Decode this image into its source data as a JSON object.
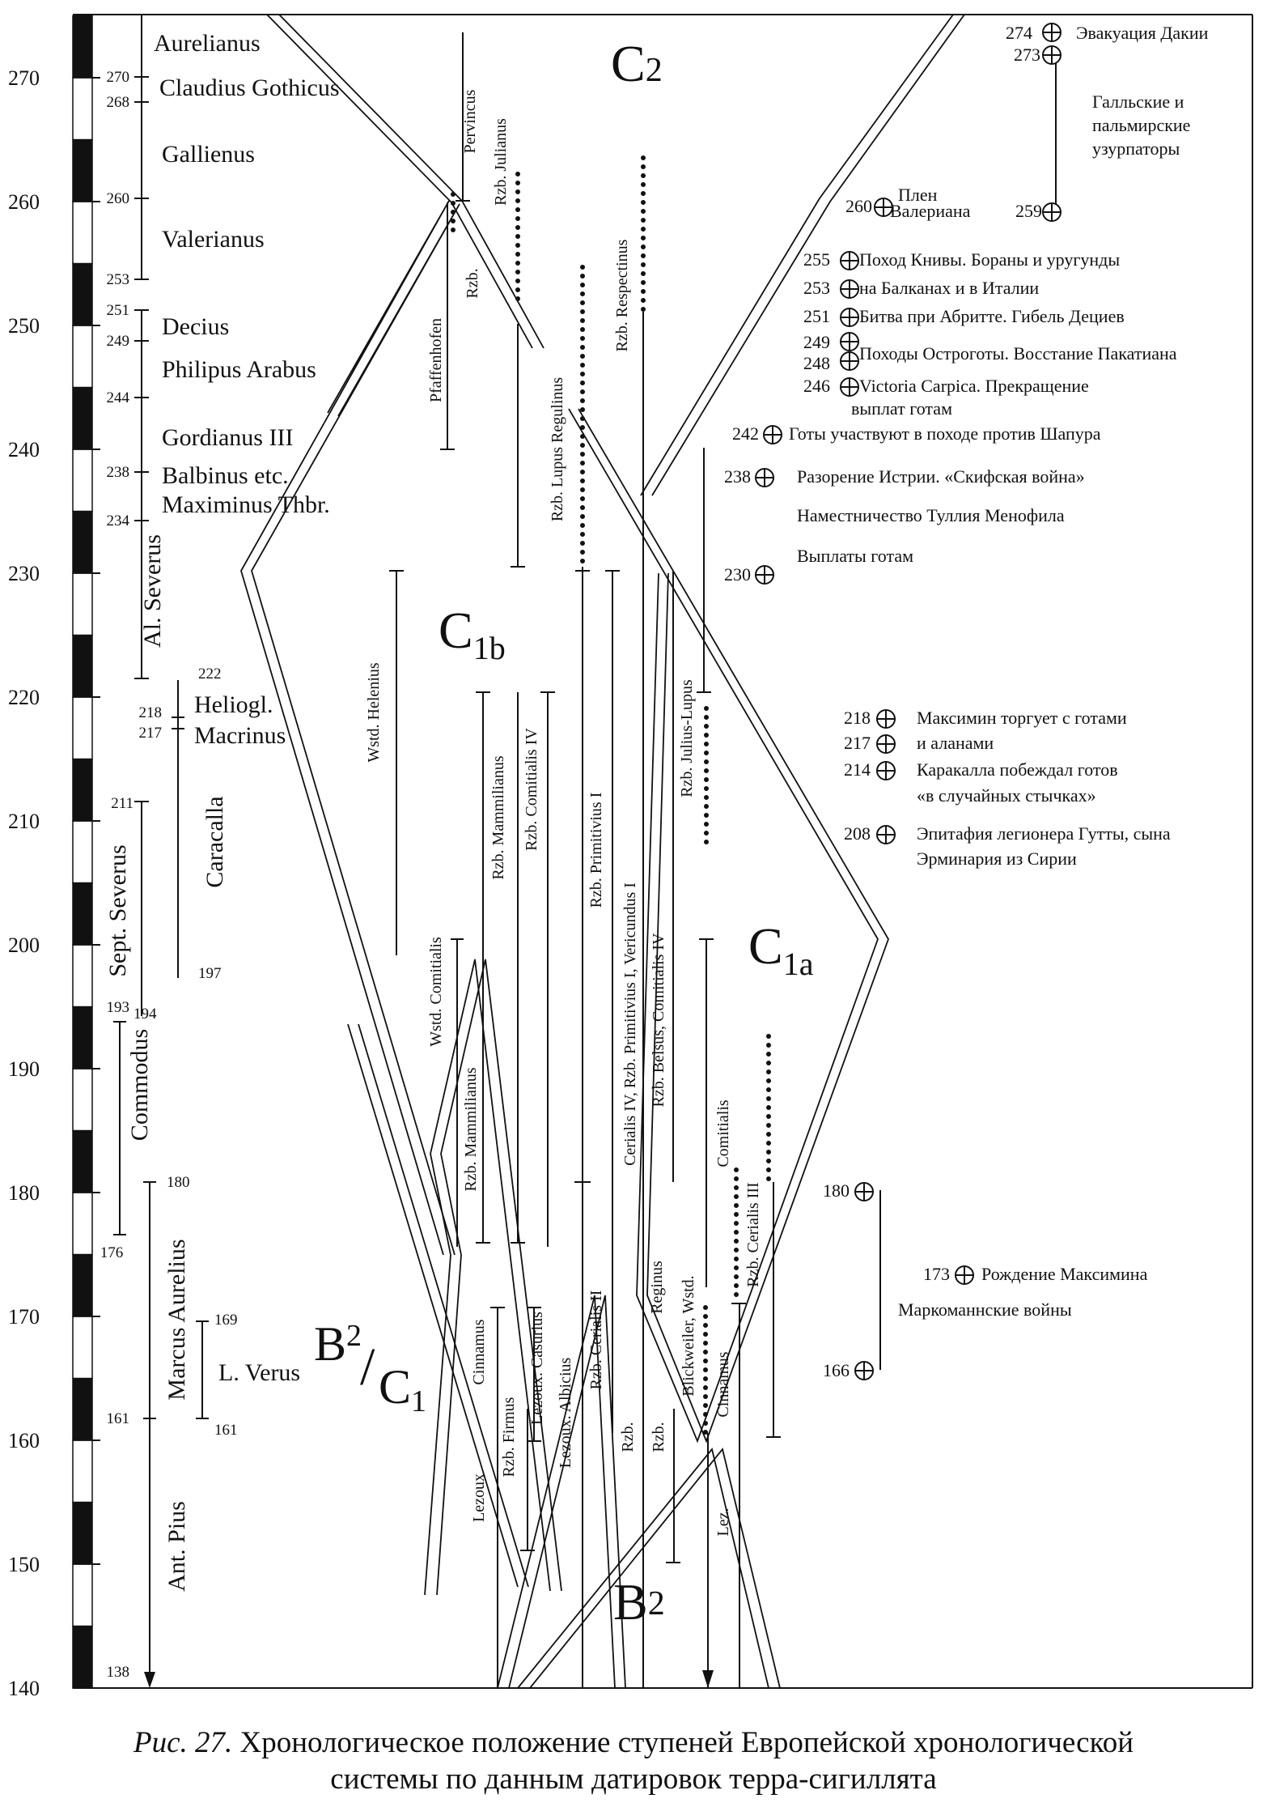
{
  "caption": {
    "label": "Рис. 27.",
    "text": "Хронологическое положение ступеней Европейской хронологической",
    "line2": "системы по данным датировок терра-сигиллята"
  },
  "axis": {
    "min": 140,
    "max": 275,
    "ticks": [
      "140",
      "150",
      "160",
      "170",
      "180",
      "190",
      "200",
      "210",
      "220",
      "230",
      "240",
      "250",
      "260",
      "270"
    ]
  },
  "phases": {
    "c2": "C",
    "c2_sub": "2",
    "c1b": "C",
    "c1b_sub": "1b",
    "c1a": "C",
    "c1a_sub": "1a",
    "b2c1_a": "B",
    "b2c1_a_sub": "2",
    "b2c1_sep": "/",
    "b2c1_b": "C",
    "b2c1_b_sub": "1",
    "b2": "B",
    "b2_sub": "2"
  },
  "emperors": {
    "aurelianus": "Aurelianus",
    "claudius": "Claudius Gothicus",
    "gallienus": "Gallienus",
    "valerianus": "Valerianus",
    "decius": "Decius",
    "philipus": "Philipus Arabus",
    "gordianus": "Gordianus III",
    "balbinus": "Balbinus etc.",
    "maximinus": "Maximinus Thbr.",
    "alseverus": "Al. Severus",
    "heliogl": "Heliogl.",
    "macrinus": "Macrinus",
    "caracalla": "Caracalla",
    "septseverus": "Sept. Severus",
    "commodus": "Commodus",
    "marcus": "Marcus Aurelius",
    "lverus": "L. Verus",
    "antpius": "Ant. Pius"
  },
  "emperor_years": {
    "y270": "270",
    "y268": "268",
    "y260": "260",
    "y253": "253",
    "y251": "251",
    "y249": "249",
    "y244": "244",
    "y238": "238",
    "y234": "234",
    "y222": "222",
    "y218": "218",
    "y217": "217",
    "y211": "211",
    "y197": "197",
    "y193": "193",
    "y194": "194",
    "y180": "180",
    "y176": "176",
    "y169": "169",
    "y161a": "161",
    "y161b": "161",
    "y138": "138"
  },
  "potters": {
    "pervincus": "Pervincus",
    "rzbjulianus": "Rzb. Julianus",
    "rzb1": "Rzb.",
    "pfaffenhofen": "Pfaffenhofen",
    "rzblupus": "Rzb. Lupus Regulinus",
    "rzbrespectinus": "Rzb. Respectinus",
    "wstdhelenius": "Wstd. Helenius",
    "rzbjuliuslupus": "Rzb. Julius-Lupus",
    "rzbmammilianus_hi": "Rzb. Mammilianus",
    "rzbcomitialis4": "Rzb. Comitialis IV",
    "rzbprimitivius": "Rzb. Primitivius I",
    "cerialis4": "Cerialis IV, Rzb. Primitivius I, Vericundus I",
    "rzbbelsus": "Rzb. Belsus, Comitialis IV",
    "wstdcomitialis": "Wstd. Comitialis",
    "rzbmammilianus_lo": "Rzb. Mammilianus",
    "comitialis": "Comitialis",
    "rzbcerialis3": "Rzb. Cerialis III",
    "cinnamus1": "Cinnamus",
    "rzbfirmus": "Rzb. Firmus",
    "lezouxcasurius": "Lezoux. Casurius",
    "lezouxalbicius": "Lezoux. Albicius",
    "rzbcerialis2": "Rzb. Cerialis II",
    "rzb2": "Rzb.",
    "reginus": "Reginus",
    "rzb3": "Rzb.",
    "blickweiler": "Blickweiler, Wstd.",
    "cinnamus2": "Cinnamus",
    "lezoux": "Lezoux",
    "lez": "Lez."
  },
  "events": {
    "e274": "274",
    "e274t": "Эвакуация Дакии",
    "e273": "273",
    "gallic1": "Галльские и",
    "gallic2": "пальмирские",
    "gallic3": "узурпаторы",
    "e260": "260",
    "e260t1": "Плен",
    "e260t2": "Валериана",
    "e259": "259",
    "e255": "255",
    "e255t": "Поход Книвы. Бораны и уругунды",
    "e253": "253",
    "e253t": "на Балканах и в Италии",
    "e251": "251",
    "e251t": "Битва при Абритте. Гибель Дециев",
    "e249": "249",
    "e249t": "Походы Остроготы. Восстание Пакатиана",
    "e248": "248",
    "e246": "246",
    "e246t": "Victoria Carpica. Прекращение",
    "e246t2": "выплат готам",
    "e242": "242",
    "e242t": "Готы участвуют в походе против Шапура",
    "e238": "238",
    "e238t": "Разорение Истрии.  «Скифская война»",
    "menofil": "Наместничество Туллия Менофила",
    "e230": "230",
    "e230t": "Выплаты готам",
    "e218": "218",
    "e218t": "Максимин торгует с готами",
    "e217": "217",
    "e217t": "и аланами",
    "e214": "214",
    "e214t": "Каракалла побеждал готов",
    "e214t2": "«в случайных стычках»",
    "e208": "208",
    "e208t": "Эпитафия легионера Гутты, сына",
    "e208t2": "Эрминария из Сирии",
    "e180": "180",
    "e173": "173",
    "e173t": "Рождение Максимина",
    "marcoman": "Маркоманнские войны",
    "e166": "166"
  }
}
